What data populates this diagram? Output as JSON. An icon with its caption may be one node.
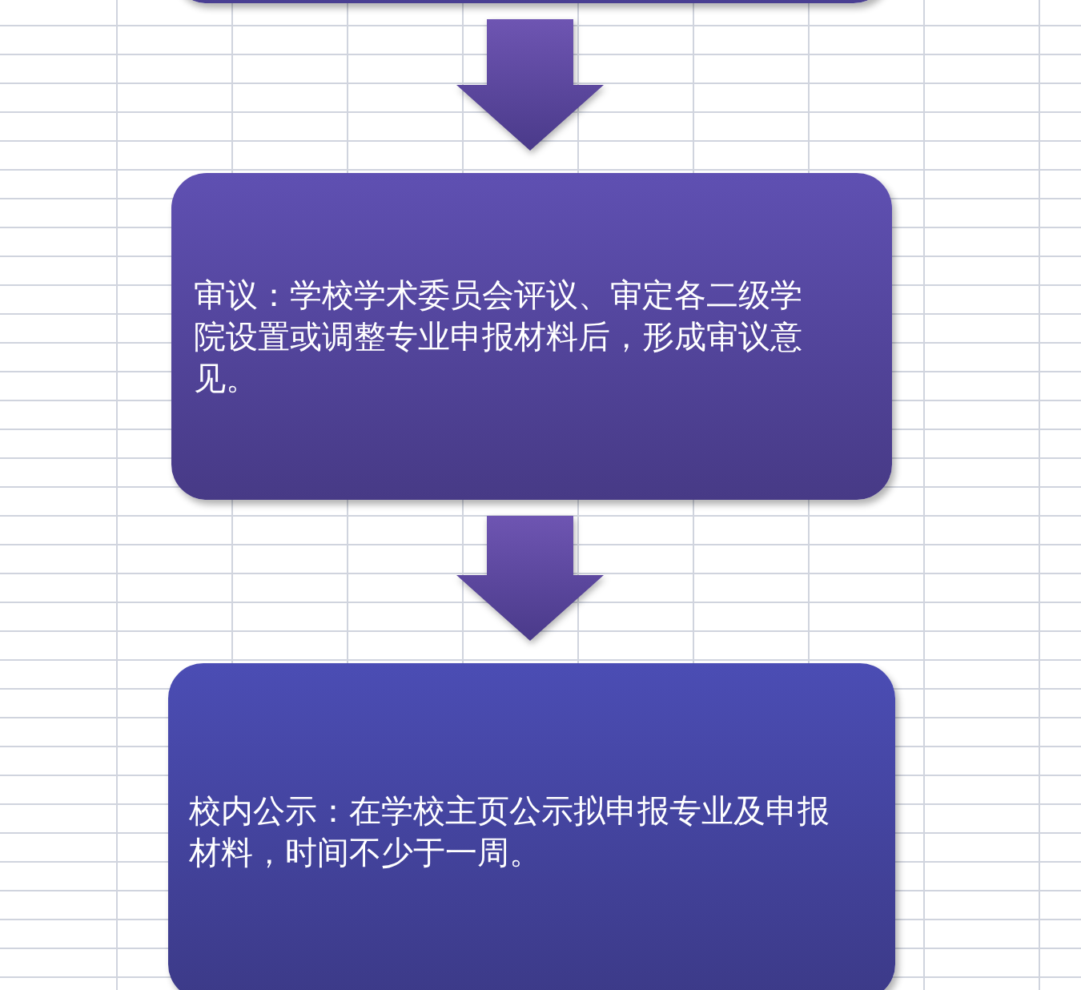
{
  "diagram": {
    "nodes": [
      {
        "text": [],
        "shape": "box"
      },
      {
        "text": [
          "审议：学校学术委员会评议、审定各二级学院设置或调整专业申报材料后，形成审议意见。"
        ]
      },
      {
        "text": [
          "校内公示：在学校主页公示拟申报专业及申报材料，时间不少于一周。"
        ]
      }
    ],
    "edges": [
      {
        "from": 0,
        "to": 1,
        "arrow": "to"
      },
      {
        "from": 1,
        "to": 2,
        "arrow": "to"
      }
    ]
  }
}
